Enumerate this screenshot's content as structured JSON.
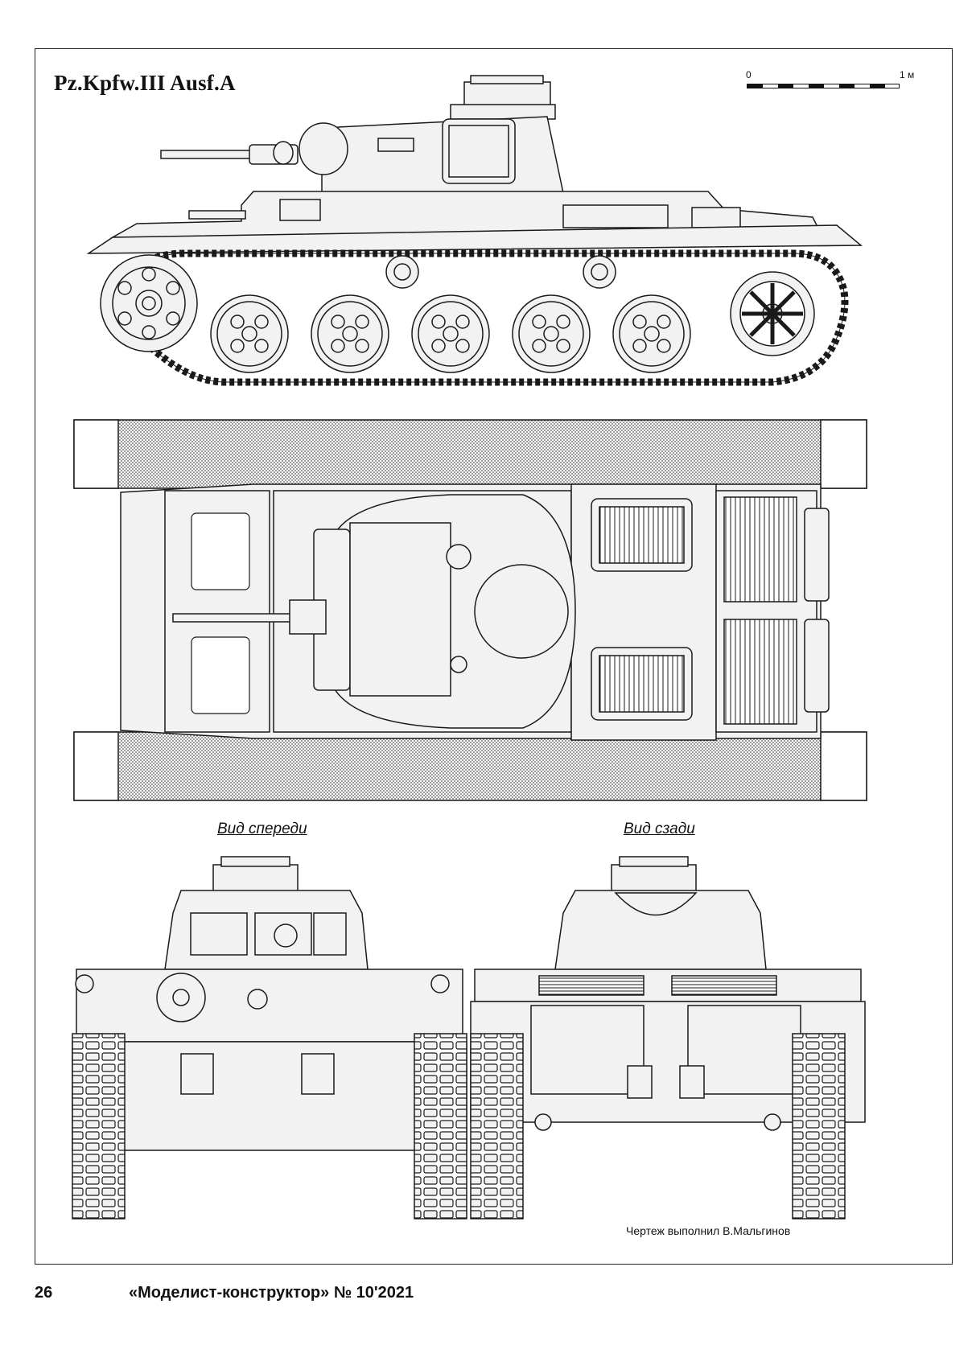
{
  "title": "Pz.Kpfw.III Ausf.A",
  "scale": {
    "zero": "0",
    "one": "1 м"
  },
  "views": {
    "front": "Вид спереди",
    "rear": "Вид сзади"
  },
  "credit": "Чертеж выполнил В.Мальгинов",
  "footer": {
    "page_number": "26",
    "magazine": "«Моделист-конструктор» № 10'2021"
  },
  "colors": {
    "line": "#1a1a1a",
    "fill": "#f2f2f2",
    "stipple": "#d9d9d9"
  }
}
